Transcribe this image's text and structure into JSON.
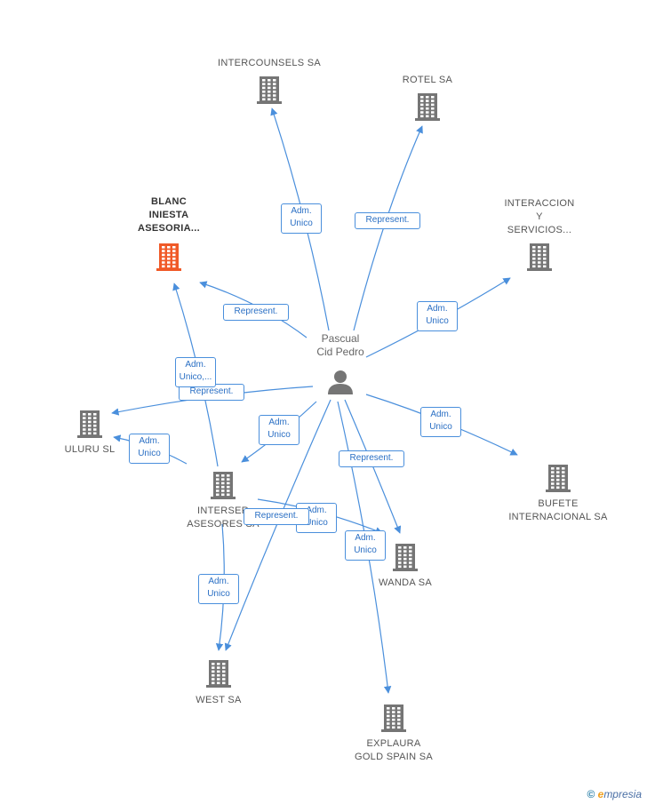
{
  "person": {
    "label": "Pascual\nCid Pedro"
  },
  "companies": [
    {
      "id": "intercounsels",
      "label": "INTERCOUNSELS SA"
    },
    {
      "id": "rotel",
      "label": "ROTEL SA"
    },
    {
      "id": "blanc",
      "label": "BLANC\nINIESTA\nASESORIA..."
    },
    {
      "id": "interaccion",
      "label": "INTERACCION\nY\nSERVICIOS..."
    },
    {
      "id": "uluru",
      "label": "ULURU SL"
    },
    {
      "id": "interser",
      "label": "INTERSER\nASESORES SA"
    },
    {
      "id": "bufete",
      "label": "BUFETE\nINTERNACIONAL SA"
    },
    {
      "id": "wanda",
      "label": "WANDA SA"
    },
    {
      "id": "west",
      "label": "WEST SA"
    },
    {
      "id": "explaura",
      "label": "EXPLAURA\nGOLD SPAIN SA"
    }
  ],
  "relations": [
    {
      "from": "person",
      "to": "intercounsels",
      "label": "Adm.\nUnico"
    },
    {
      "from": "person",
      "to": "rotel",
      "label": "Represent."
    },
    {
      "from": "person",
      "to": "blanc",
      "label": "Represent."
    },
    {
      "from": "person",
      "to": "interaccion",
      "label": "Adm.\nUnico"
    },
    {
      "from": "person",
      "to": "uluru",
      "label": "Represent."
    },
    {
      "from": "interser",
      "to": "blanc",
      "label": "Adm.\nUnico,..."
    },
    {
      "from": "interser",
      "to": "uluru",
      "label": "Adm.\nUnico"
    },
    {
      "from": "person",
      "to": "interser",
      "label": "Adm.\nUnico"
    },
    {
      "from": "person",
      "to": "bufete",
      "label": "Adm.\nUnico"
    },
    {
      "from": "person",
      "to": "wanda",
      "label": "Represent."
    },
    {
      "from": "interser",
      "to": "wanda",
      "label": "Adm.\nUnico"
    },
    {
      "from": "person",
      "to": "west",
      "label": "Represent."
    },
    {
      "from": "interser",
      "to": "west",
      "label": "Adm.\nUnico"
    },
    {
      "from": "person",
      "to": "explaura",
      "label": "Adm.\nUnico"
    }
  ],
  "colors": {
    "edge": "#4a8fdc",
    "building": "#757575",
    "highlight": "#f05a28",
    "person": "#757575"
  },
  "footer": {
    "copyright": "©",
    "brand_initial": "e",
    "brand_rest": "mpresia"
  }
}
